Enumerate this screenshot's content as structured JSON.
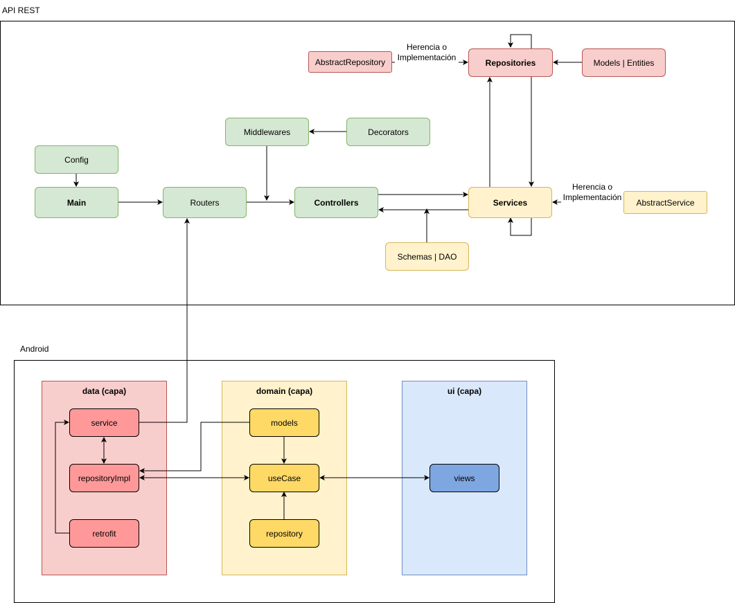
{
  "api_rest": {
    "title": "API REST",
    "nodes": {
      "config": "Config",
      "main": "Main",
      "routers": "Routers",
      "middlewares": "Middlewares",
      "decorators": "Decorators",
      "controllers": "Controllers",
      "services": "Services",
      "schemas_dao": "Schemas | DAO",
      "abstract_service": "AbstractService",
      "repositories": "Repositories",
      "abstract_repository": "AbstractRepository",
      "models_entities": "Models | Entities"
    },
    "edge_labels": {
      "repo_inheritance_line1": "Herencia o",
      "repo_inheritance_line2": "Implementación",
      "service_inheritance_line1": "Herencia o",
      "service_inheritance_line2": "Implementación"
    }
  },
  "android": {
    "title": "Android",
    "layers": {
      "data": {
        "title": "data (capa)",
        "nodes": {
          "service": "service",
          "repository_impl": "repositoryImpl",
          "retrofit": "retrofit"
        }
      },
      "domain": {
        "title": "domain (capa)",
        "nodes": {
          "models": "models",
          "use_case": "useCase",
          "repository": "repository"
        }
      },
      "ui": {
        "title": "ui (capa)",
        "nodes": {
          "views": "views"
        }
      }
    }
  },
  "colors": {
    "green_fill": "#d5e8d4",
    "green_stroke": "#82b366",
    "red_fill": "#f8cecc",
    "red_stroke": "#b85450",
    "yellow_fill": "#fff2cc",
    "yellow_stroke": "#d6b656",
    "data_layer": "#f8cecc",
    "domain_layer": "#fff2cc",
    "ui_layer": "#dae8fc",
    "data_node": "#ff9999",
    "domain_node": "#ffd966",
    "ui_node": "#7ea6e0"
  }
}
